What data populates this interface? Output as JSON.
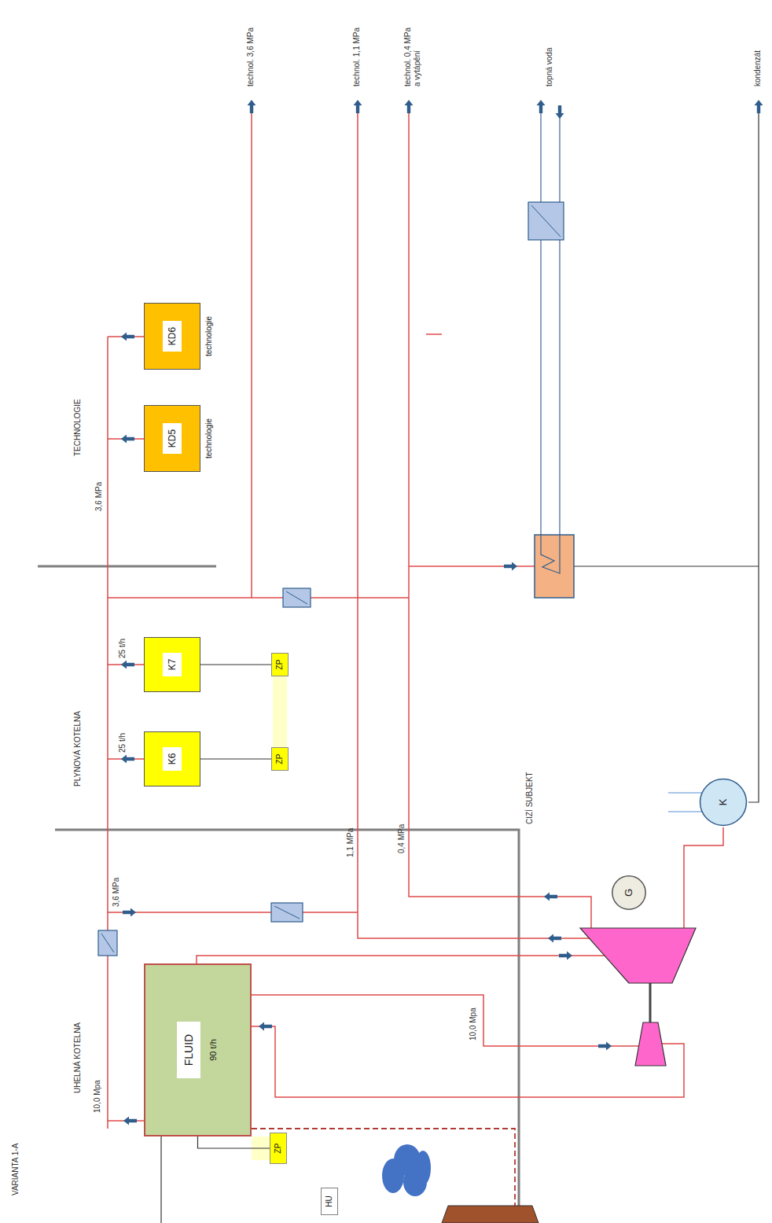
{
  "diagram": {
    "title": "VARIANTA 1-A",
    "nodes": [
      {
        "text": [
          "FLUID",
          "90 t/h"
        ]
      },
      {
        "text": [
          "ZP"
        ]
      },
      {
        "text": [
          "HU"
        ]
      },
      {
        "text": [
          "G"
        ]
      },
      {
        "text": [
          "K"
        ]
      },
      {
        "text": [
          "K6"
        ]
      },
      {
        "text": [
          "ZP"
        ]
      },
      {
        "text": [
          "K7"
        ]
      },
      {
        "text": [
          "ZP"
        ]
      },
      {
        "text": [
          "KD5",
          "technologie"
        ]
      },
      {
        "text": [
          "KD6",
          "technologie"
        ]
      }
    ],
    "edges": [
      {
        "from": 0,
        "to": 1,
        "arrow": "none"
      },
      {
        "from": 5,
        "to": 6,
        "arrow": "none"
      },
      {
        "from": 7,
        "to": 8,
        "arrow": "none"
      }
    ],
    "labels": [
      "UHELNÁ KOTELNA",
      "10,0 Mpa",
      "3,6 MPa",
      "10,0 Mpa",
      "1,1 MPa",
      "0,4 MPa",
      "CIZÍ SUBJEKT",
      "PLYNOVÁ KOTELNA",
      "25 t/h",
      "25 t/h",
      "TECHNOLOGIE",
      "3,6 MPa",
      "technol. 3,6 MPa",
      "technol. 1,1 MPa",
      "technol. 0,4 MPa a vytápění",
      "topná voda",
      "kondenzát"
    ]
  }
}
